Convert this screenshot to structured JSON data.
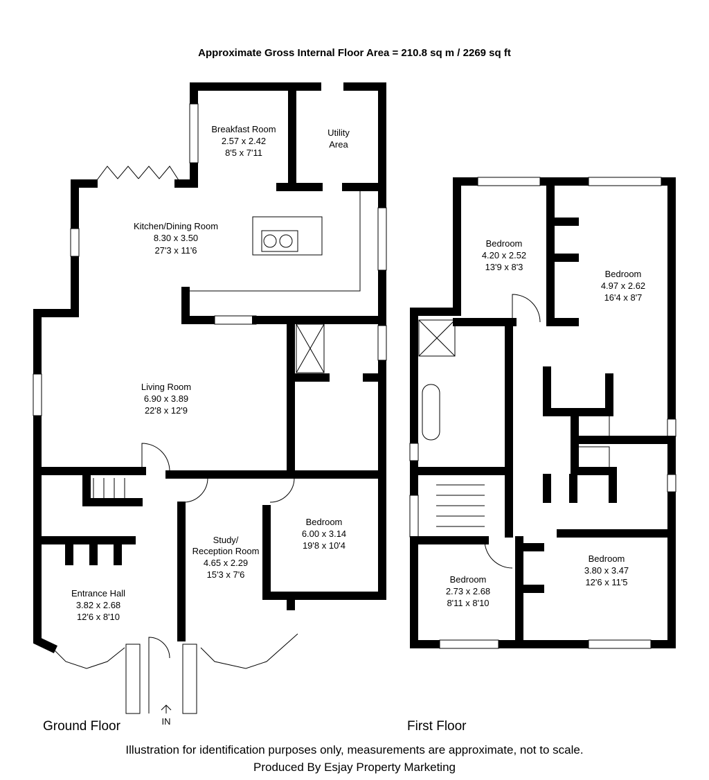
{
  "header": {
    "title": "Approximate Gross Internal Floor Area = 210.8 sq m / 2269 sq ft"
  },
  "ground_floor": {
    "label": "Ground Floor",
    "entrance_marker": "IN",
    "rooms": [
      {
        "name": "Breakfast Room",
        "metric": "2.57 x 2.42",
        "imperial": "8'5 x 7'11"
      },
      {
        "name": "Utility",
        "name2": "Area"
      },
      {
        "name": "Kitchen/Dining Room",
        "metric": "8.30 x 3.50",
        "imperial": "27'3 x 11'6"
      },
      {
        "name": "Living Room",
        "metric": "6.90 x 3.89",
        "imperial": "22'8 x 12'9"
      },
      {
        "name": "Bedroom",
        "metric": "6.00 x 3.14",
        "imperial": "19'8 x 10'4"
      },
      {
        "name": "Study/",
        "name2": "Reception Room",
        "metric": "4.65 x 2.29",
        "imperial": "15'3 x 7'6"
      },
      {
        "name": "Entrance Hall",
        "metric": "3.82 x 2.68",
        "imperial": "12'6 x 8'10"
      }
    ]
  },
  "first_floor": {
    "label": "First Floor",
    "rooms": [
      {
        "name": "Bedroom",
        "metric": "4.20 x 2.52",
        "imperial": "13'9 x 8'3"
      },
      {
        "name": "Bedroom",
        "metric": "4.97 x 2.62",
        "imperial": "16'4 x 8'7"
      },
      {
        "name": "Bedroom",
        "metric": "2.73 x 2.68",
        "imperial": "8'11 x 8'10"
      },
      {
        "name": "Bedroom",
        "metric": "3.80 x 3.47",
        "imperial": "12'6 x 11'5"
      }
    ]
  },
  "footer": {
    "disclaimer": "Illustration for identification purposes only, measurements are approximate, not to scale.",
    "credit": "Produced By Esjay Property Marketing"
  }
}
